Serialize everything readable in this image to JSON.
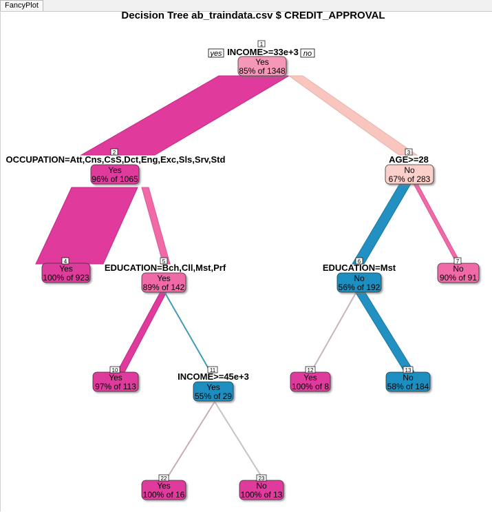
{
  "window": {
    "tab_label": "FancyPlot"
  },
  "diagram": {
    "title": "Decision Tree ab_traindata.csv $ CREDIT_APPROVAL",
    "edge_labels": {
      "yes": "yes",
      "no": "no"
    },
    "colors": {
      "yes_class": "#e0359a",
      "no_class": "#1f8fc0"
    },
    "nodes": [
      {
        "id": "1",
        "split": "INCOME>=33e+3",
        "class": "Yes",
        "stats": "85% of 1348"
      },
      {
        "id": "2",
        "split": "OCCUPATION=Att,Cns,CsS,Dct,Eng,Exc,Sls,Srv,Std",
        "class": "Yes",
        "stats": "96% of 1065"
      },
      {
        "id": "3",
        "split": "AGE>=28",
        "class": "No",
        "stats": "67% of 283"
      },
      {
        "id": "4",
        "split": "",
        "class": "Yes",
        "stats": "100% of 923"
      },
      {
        "id": "5",
        "split": "EDUCATION=Bch,Cll,Mst,Prf",
        "class": "Yes",
        "stats": "89% of 142"
      },
      {
        "id": "6",
        "split": "EDUCATION=Mst",
        "class": "No",
        "stats": "56% of 192"
      },
      {
        "id": "7",
        "split": "",
        "class": "No",
        "stats": "90% of 91"
      },
      {
        "id": "10",
        "split": "",
        "class": "Yes",
        "stats": "97% of 113"
      },
      {
        "id": "11",
        "split": "INCOME>=45e+3",
        "class": "Yes",
        "stats": "55% of 29"
      },
      {
        "id": "12",
        "split": "",
        "class": "Yes",
        "stats": "100% of 8"
      },
      {
        "id": "13",
        "split": "",
        "class": "No",
        "stats": "58% of 184"
      },
      {
        "id": "22",
        "split": "",
        "class": "Yes",
        "stats": "100% of 16"
      },
      {
        "id": "23",
        "split": "",
        "class": "No",
        "stats": "100% of 13"
      }
    ]
  }
}
